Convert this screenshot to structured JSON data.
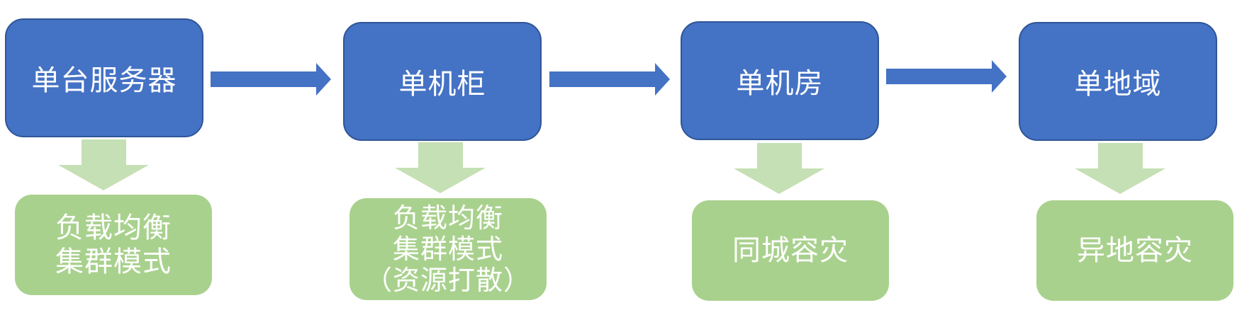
{
  "stages": [
    {
      "label": "单台服务器",
      "mode_lines": [
        "负载均衡",
        "集群模式"
      ]
    },
    {
      "label": "单机柜",
      "mode_lines": [
        "负载均衡",
        "集群模式",
        "（资源打散）"
      ]
    },
    {
      "label": "单机房",
      "mode_lines": [
        "同城容灾"
      ]
    },
    {
      "label": "单地域",
      "mode_lines": [
        "异地容灾"
      ]
    }
  ],
  "colors": {
    "stage_fill": "#4472c4",
    "stage_border": "#2f5597",
    "mode_fill": "#a9d18e",
    "down_arrow": "#c5e0b4",
    "right_arrow": "#4472c4",
    "text": "#ffffff"
  }
}
